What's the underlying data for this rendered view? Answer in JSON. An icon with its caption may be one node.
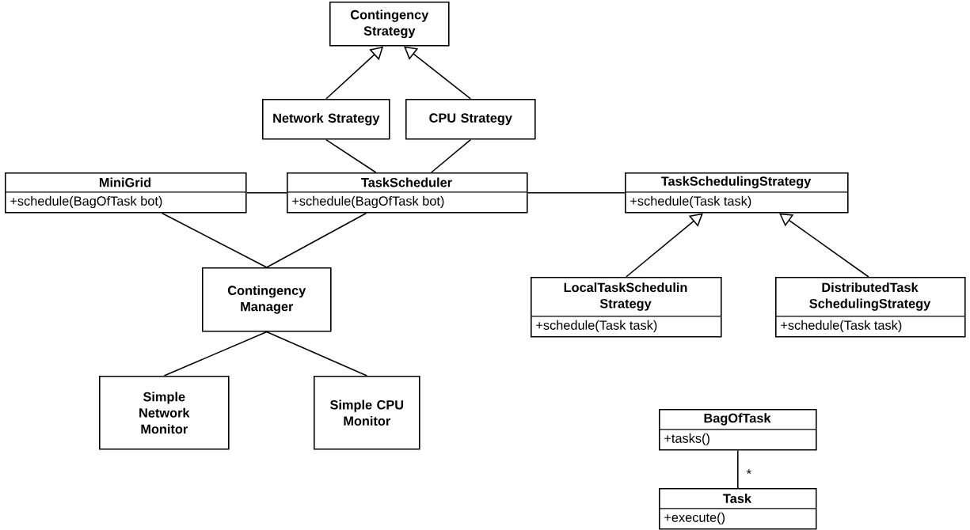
{
  "diagram": {
    "nodes": [
      {
        "text": [
          "Contingency Strategy"
        ]
      },
      {
        "text": [
          "Network Strategy"
        ]
      },
      {
        "text": [
          "CPU Strategy"
        ]
      },
      {
        "text": [
          "MiniGrid",
          "+schedule(BagOfTask bot)"
        ]
      },
      {
        "text": [
          "TaskScheduler",
          "+schedule(BagOfTask bot)"
        ]
      },
      {
        "text": [
          "TaskSchedulingStrategy",
          "+schedule(Task task)"
        ]
      },
      {
        "text": [
          "Contingency Manager"
        ]
      },
      {
        "text": [
          "LocalTaskSchedulin Strategy",
          "+schedule(Task task)"
        ]
      },
      {
        "text": [
          "DistributedTask SchedulingStrategy",
          "+schedule(Task task)"
        ]
      },
      {
        "text": [
          "Simple Network Monitor"
        ]
      },
      {
        "text": [
          "Simple CPU Monitor"
        ]
      },
      {
        "text": [
          "BagOfTask",
          "+tasks()"
        ]
      },
      {
        "text": [
          "Task",
          "+execute()"
        ]
      }
    ],
    "edges": [
      {
        "from": 1,
        "to": 0,
        "arrow": "to"
      },
      {
        "from": 2,
        "to": 0,
        "arrow": "to"
      },
      {
        "from": 1,
        "to": 4,
        "arrow": "none"
      },
      {
        "from": 2,
        "to": 4,
        "arrow": "none"
      },
      {
        "from": 3,
        "to": 4,
        "arrow": "none"
      },
      {
        "from": 4,
        "to": 5,
        "arrow": "none"
      },
      {
        "from": 3,
        "to": 6,
        "arrow": "none"
      },
      {
        "from": 4,
        "to": 6,
        "arrow": "none"
      },
      {
        "from": 7,
        "to": 5,
        "arrow": "to"
      },
      {
        "from": 8,
        "to": 5,
        "arrow": "to"
      },
      {
        "from": 6,
        "to": 9,
        "arrow": "none"
      },
      {
        "from": 6,
        "to": 10,
        "arrow": "none"
      },
      {
        "from": 11,
        "to": 12,
        "arrow": "none",
        "label": "*"
      }
    ]
  }
}
